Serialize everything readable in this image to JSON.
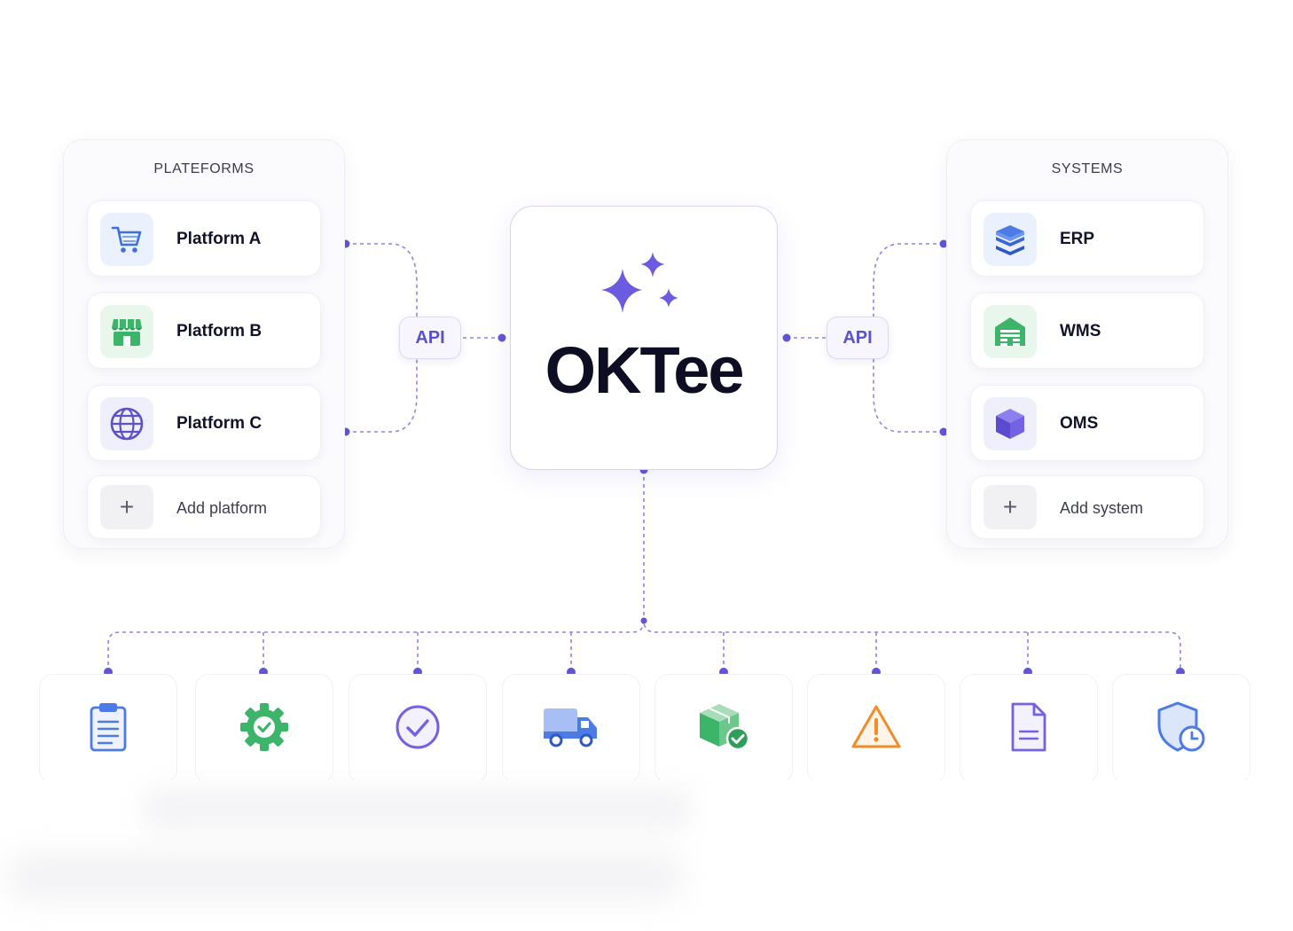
{
  "colors": {
    "accent": "#6b5be0",
    "connector": "#8f84e6",
    "dot": "#6254d8",
    "hub_border": "#d7d3f1",
    "green": "#3cb46a",
    "orange": "#f08c2a",
    "blue": "#4d7be6"
  },
  "platforms": {
    "title": "PLATEFORMS",
    "items": [
      {
        "label": "Platform A",
        "icon": "shopping-cart-icon"
      },
      {
        "label": "Platform B",
        "icon": "storefront-icon"
      },
      {
        "label": "Platform C",
        "icon": "globe-icon"
      }
    ],
    "add_label": "Add platform"
  },
  "systems": {
    "title": "SYSTEMS",
    "items": [
      {
        "label": "ERP",
        "icon": "database-stack-icon"
      },
      {
        "label": "WMS",
        "icon": "warehouse-icon"
      },
      {
        "label": "OMS",
        "icon": "cube-icon"
      }
    ],
    "add_label": "Add system"
  },
  "api_left": {
    "label": "API"
  },
  "api_right": {
    "label": "API"
  },
  "hub": {
    "title": "OKTee",
    "icon": "sparkles-icon"
  },
  "modules": [
    {
      "icon": "clipboard-icon"
    },
    {
      "icon": "gear-check-icon"
    },
    {
      "icon": "check-circle-icon"
    },
    {
      "icon": "delivery-truck-icon"
    },
    {
      "icon": "package-check-icon"
    },
    {
      "icon": "warning-triangle-icon"
    },
    {
      "icon": "document-icon"
    },
    {
      "icon": "shield-clock-icon"
    }
  ]
}
